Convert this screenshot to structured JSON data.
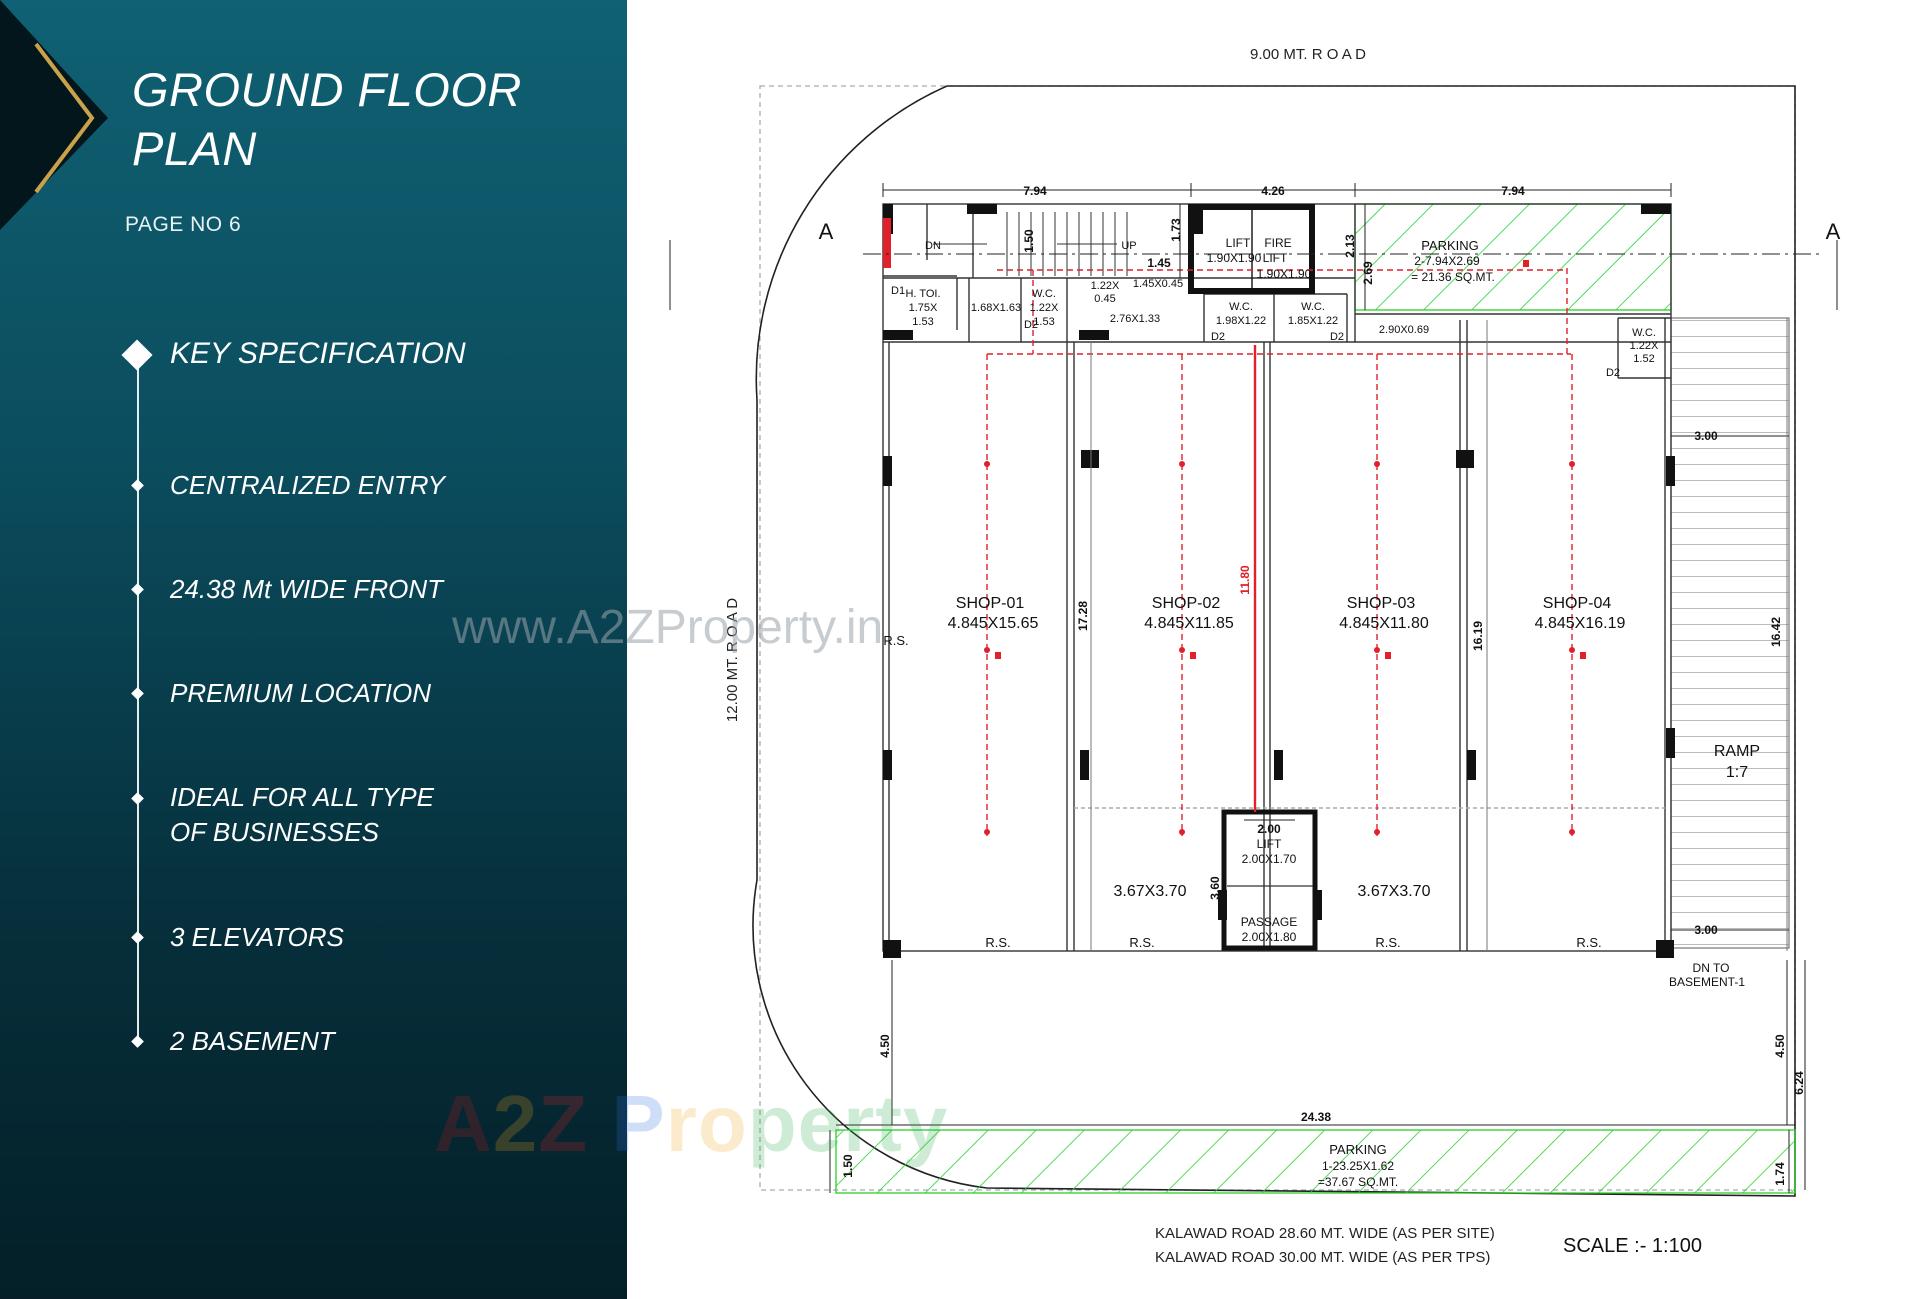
{
  "sidebar": {
    "title_line1": "GROUND FLOOR",
    "title_line2": "PLAN",
    "page_no": "PAGE NO 6",
    "specs": [
      {
        "line1": "KEY SPECIFICATION",
        "line2": ""
      },
      {
        "line1": "CENTRALIZED ENTRY",
        "line2": ""
      },
      {
        "line1": "24.38 Mt WIDE FRONT",
        "line2": ""
      },
      {
        "line1": "PREMIUM LOCATION",
        "line2": ""
      },
      {
        "line1": "IDEAL FOR ALL TYPE",
        "line2": "OF BUSINESSES"
      },
      {
        "line1": "3 ELEVATORS",
        "line2": ""
      },
      {
        "line1": "2 BASEMENT",
        "line2": ""
      }
    ],
    "colors": {
      "accent": "#0f6173",
      "dark": "#041f27",
      "gold": "#c9a24a"
    }
  },
  "watermark": {
    "text": "www.A2ZProperty.in",
    "logo_a": "A",
    "logo_2": "2",
    "logo_z": "Z",
    "logo_p": " P",
    "logo_r": "ro",
    "logo_o": "perty"
  },
  "plan": {
    "road_top": "9.00 MT.  R O A D",
    "road_left": "12.00 MT.  R O A D",
    "road_bottom_1": "KALAWAD ROAD  28.60 MT. WIDE (AS PER SITE)",
    "road_bottom_2": "KALAWAD ROAD  30.00 MT. WIDE (AS PER TPS)",
    "scale": "SCALE :- 1:100",
    "section_marker": "A",
    "dims": {
      "d_794a": "7.94",
      "d_426": "4.26",
      "d_794b": "7.94",
      "d_173": "1.73",
      "d_150a": "1.50",
      "d_145": "1.45",
      "d_213": "2.13",
      "d_269": "2.69",
      "d_1728": "17.28",
      "d_1180": "11.80",
      "d_1619": "16.19",
      "d_1642": "16.42",
      "d_300a": "3.00",
      "d_300b": "3.00",
      "d_200": "2.00",
      "d_360": "3.60",
      "d_450a": "4.50",
      "d_450b": "4.50",
      "d_624": "6.24",
      "d_2438": "24.38",
      "d_150b": "1.50",
      "d_174": "1.74"
    },
    "rooms": {
      "dn": "DN",
      "up": "UP",
      "htoi_1": "H. TOI.",
      "htoi_2": "1.75X",
      "htoi_3": "1.53",
      "r168": "1.68X1.63",
      "wc1_1": "W.C.",
      "wc1_2": "1.22X",
      "wc1_3": "1.53",
      "r122_1": "1.22X",
      "r122_2": "0.45",
      "r145": "1.45X0.45",
      "r276": "2.76X1.33",
      "lift1_1": "LIFT",
      "lift1_2": "1.90X1.90",
      "flift_1": "FIRE",
      "flift_2": "LIFT",
      "flift_3": "1.90X1.90",
      "wc2_1": "W.C.",
      "wc2_2": "1.98X1.22",
      "wc3_1": "W.C.",
      "wc3_2": "1.85X1.22",
      "r290": "2.90X0.69",
      "wc4_1": "W.C.",
      "wc4_2": "1.22X",
      "wc4_3": "1.52",
      "park1_1": "PARKING",
      "park1_2": "2-7.94X2.69",
      "park1_3": "= 21.36 SQ.MT.",
      "shop1_1": "SHOP-01",
      "shop1_2": "4.845X15.65",
      "shop2_1": "SHOP-02",
      "shop2_2": "4.845X11.85",
      "shop3_1": "SHOP-03",
      "shop3_2": "4.845X11.80",
      "shop4_1": "SHOP-04",
      "shop4_2": "4.845X16.19",
      "ramp_1": "RAMP",
      "ramp_2": "1:7",
      "lift2_1": "LIFT",
      "lift2_2": "2.00X1.70",
      "pass_1": "PASSAGE",
      "pass_2": "2.00X1.80",
      "r367a": "3.67X3.70",
      "r367b": "3.67X3.70",
      "rs": "R.S.",
      "dnb_1": "DN TO",
      "dnb_2": "BASEMENT-1",
      "park2_1": "PARKING",
      "park2_2": "1-23.25X1.62",
      "park2_3": "=37.67 SQ.MT.",
      "d1": "D1",
      "d2": "D2"
    }
  }
}
